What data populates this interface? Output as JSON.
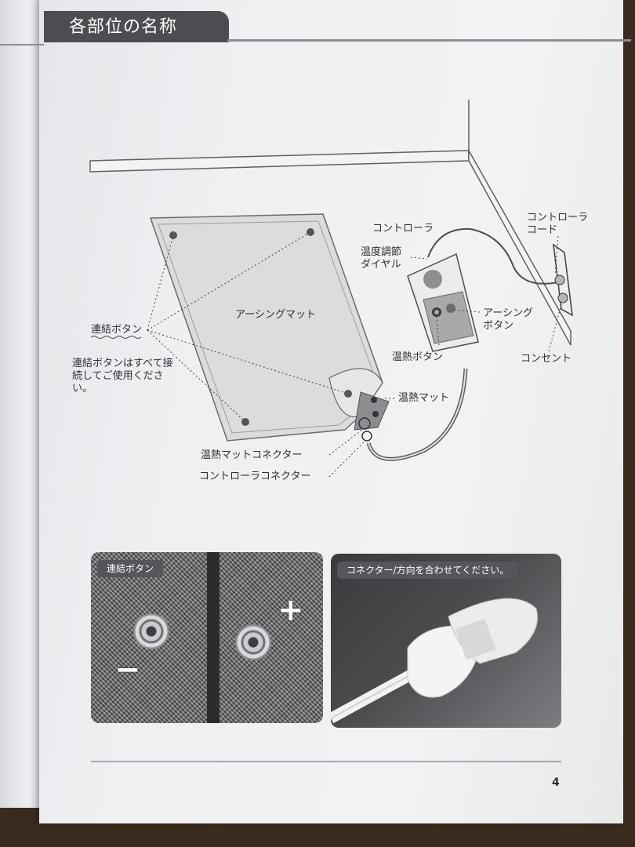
{
  "header": {
    "title": "各部位の名称"
  },
  "labels": {
    "controller": "コントローラ",
    "controller_cord": "コントローラ\nコード",
    "temp_dial": "温度調節\nダイヤル",
    "earthing_mat": "アーシングマット",
    "earthing_button": "アーシング\nボタン",
    "connect_button": "連結ボタン",
    "connect_note": "連結ボタンはすべて接続してご使用ください。",
    "heat_button": "温熱ボタン",
    "outlet": "コンセント",
    "heat_mat": "温熱マット",
    "heat_mat_connector": "温熱マットコネクター",
    "controller_connector": "コントローラコネクター"
  },
  "photos": {
    "left_tag": "連結ボタン",
    "right_tag": "コネクター/方向を合わせてください。",
    "minus_sign": "−",
    "plus_sign": "+"
  },
  "footer": {
    "page_number": "4"
  },
  "colors": {
    "header_bg": "#4c4d50",
    "mat_fill": "#dcdcdc",
    "ink": "#2e2f32"
  }
}
